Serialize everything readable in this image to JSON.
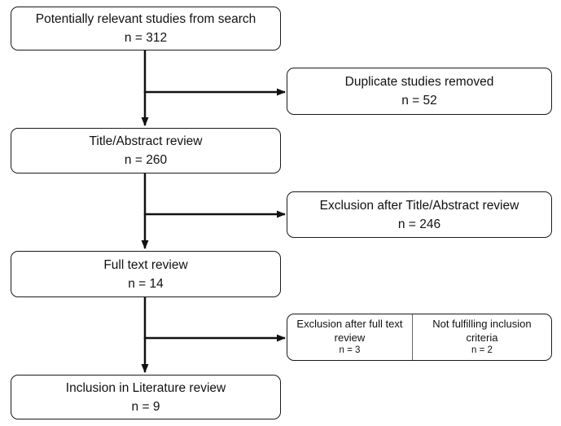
{
  "colors": {
    "background": "#ffffff",
    "box_border": "#1a1a1a",
    "text": "#111111",
    "arrow": "#111111",
    "split_divider": "#666666"
  },
  "flowchart": {
    "type": "prisma-literature-review-flow",
    "boxes": {
      "search": {
        "label": "Potentially relevant studies from search",
        "count": "n = 312"
      },
      "duplicates_removed": {
        "label": "Duplicate studies removed",
        "count": "n = 52"
      },
      "title_abstract_review": {
        "label": "Title/Abstract review",
        "count": "n = 260"
      },
      "exclusion_title_abstract": {
        "label": "Exclusion after Title/Abstract review",
        "count": "n = 246"
      },
      "full_text_review": {
        "label": "Full text review",
        "count": "n = 14"
      },
      "exclusion_full_text": {
        "label": "Exclusion after full text review",
        "count": "n = 3"
      },
      "not_fulfilling_inclusion": {
        "label": "Not fulfilling inclusion criteria",
        "count": "n = 2"
      },
      "inclusion": {
        "label": "Inclusion in Literature review",
        "count": "n = 9"
      }
    },
    "edges": [
      {
        "from": "search",
        "to": "title_abstract_review"
      },
      {
        "from": "search",
        "to": "duplicates_removed"
      },
      {
        "from": "title_abstract_review",
        "to": "full_text_review"
      },
      {
        "from": "title_abstract_review",
        "to": "exclusion_title_abstract"
      },
      {
        "from": "full_text_review",
        "to": "inclusion"
      },
      {
        "from": "full_text_review",
        "to": "exclusion_full_text"
      }
    ]
  }
}
